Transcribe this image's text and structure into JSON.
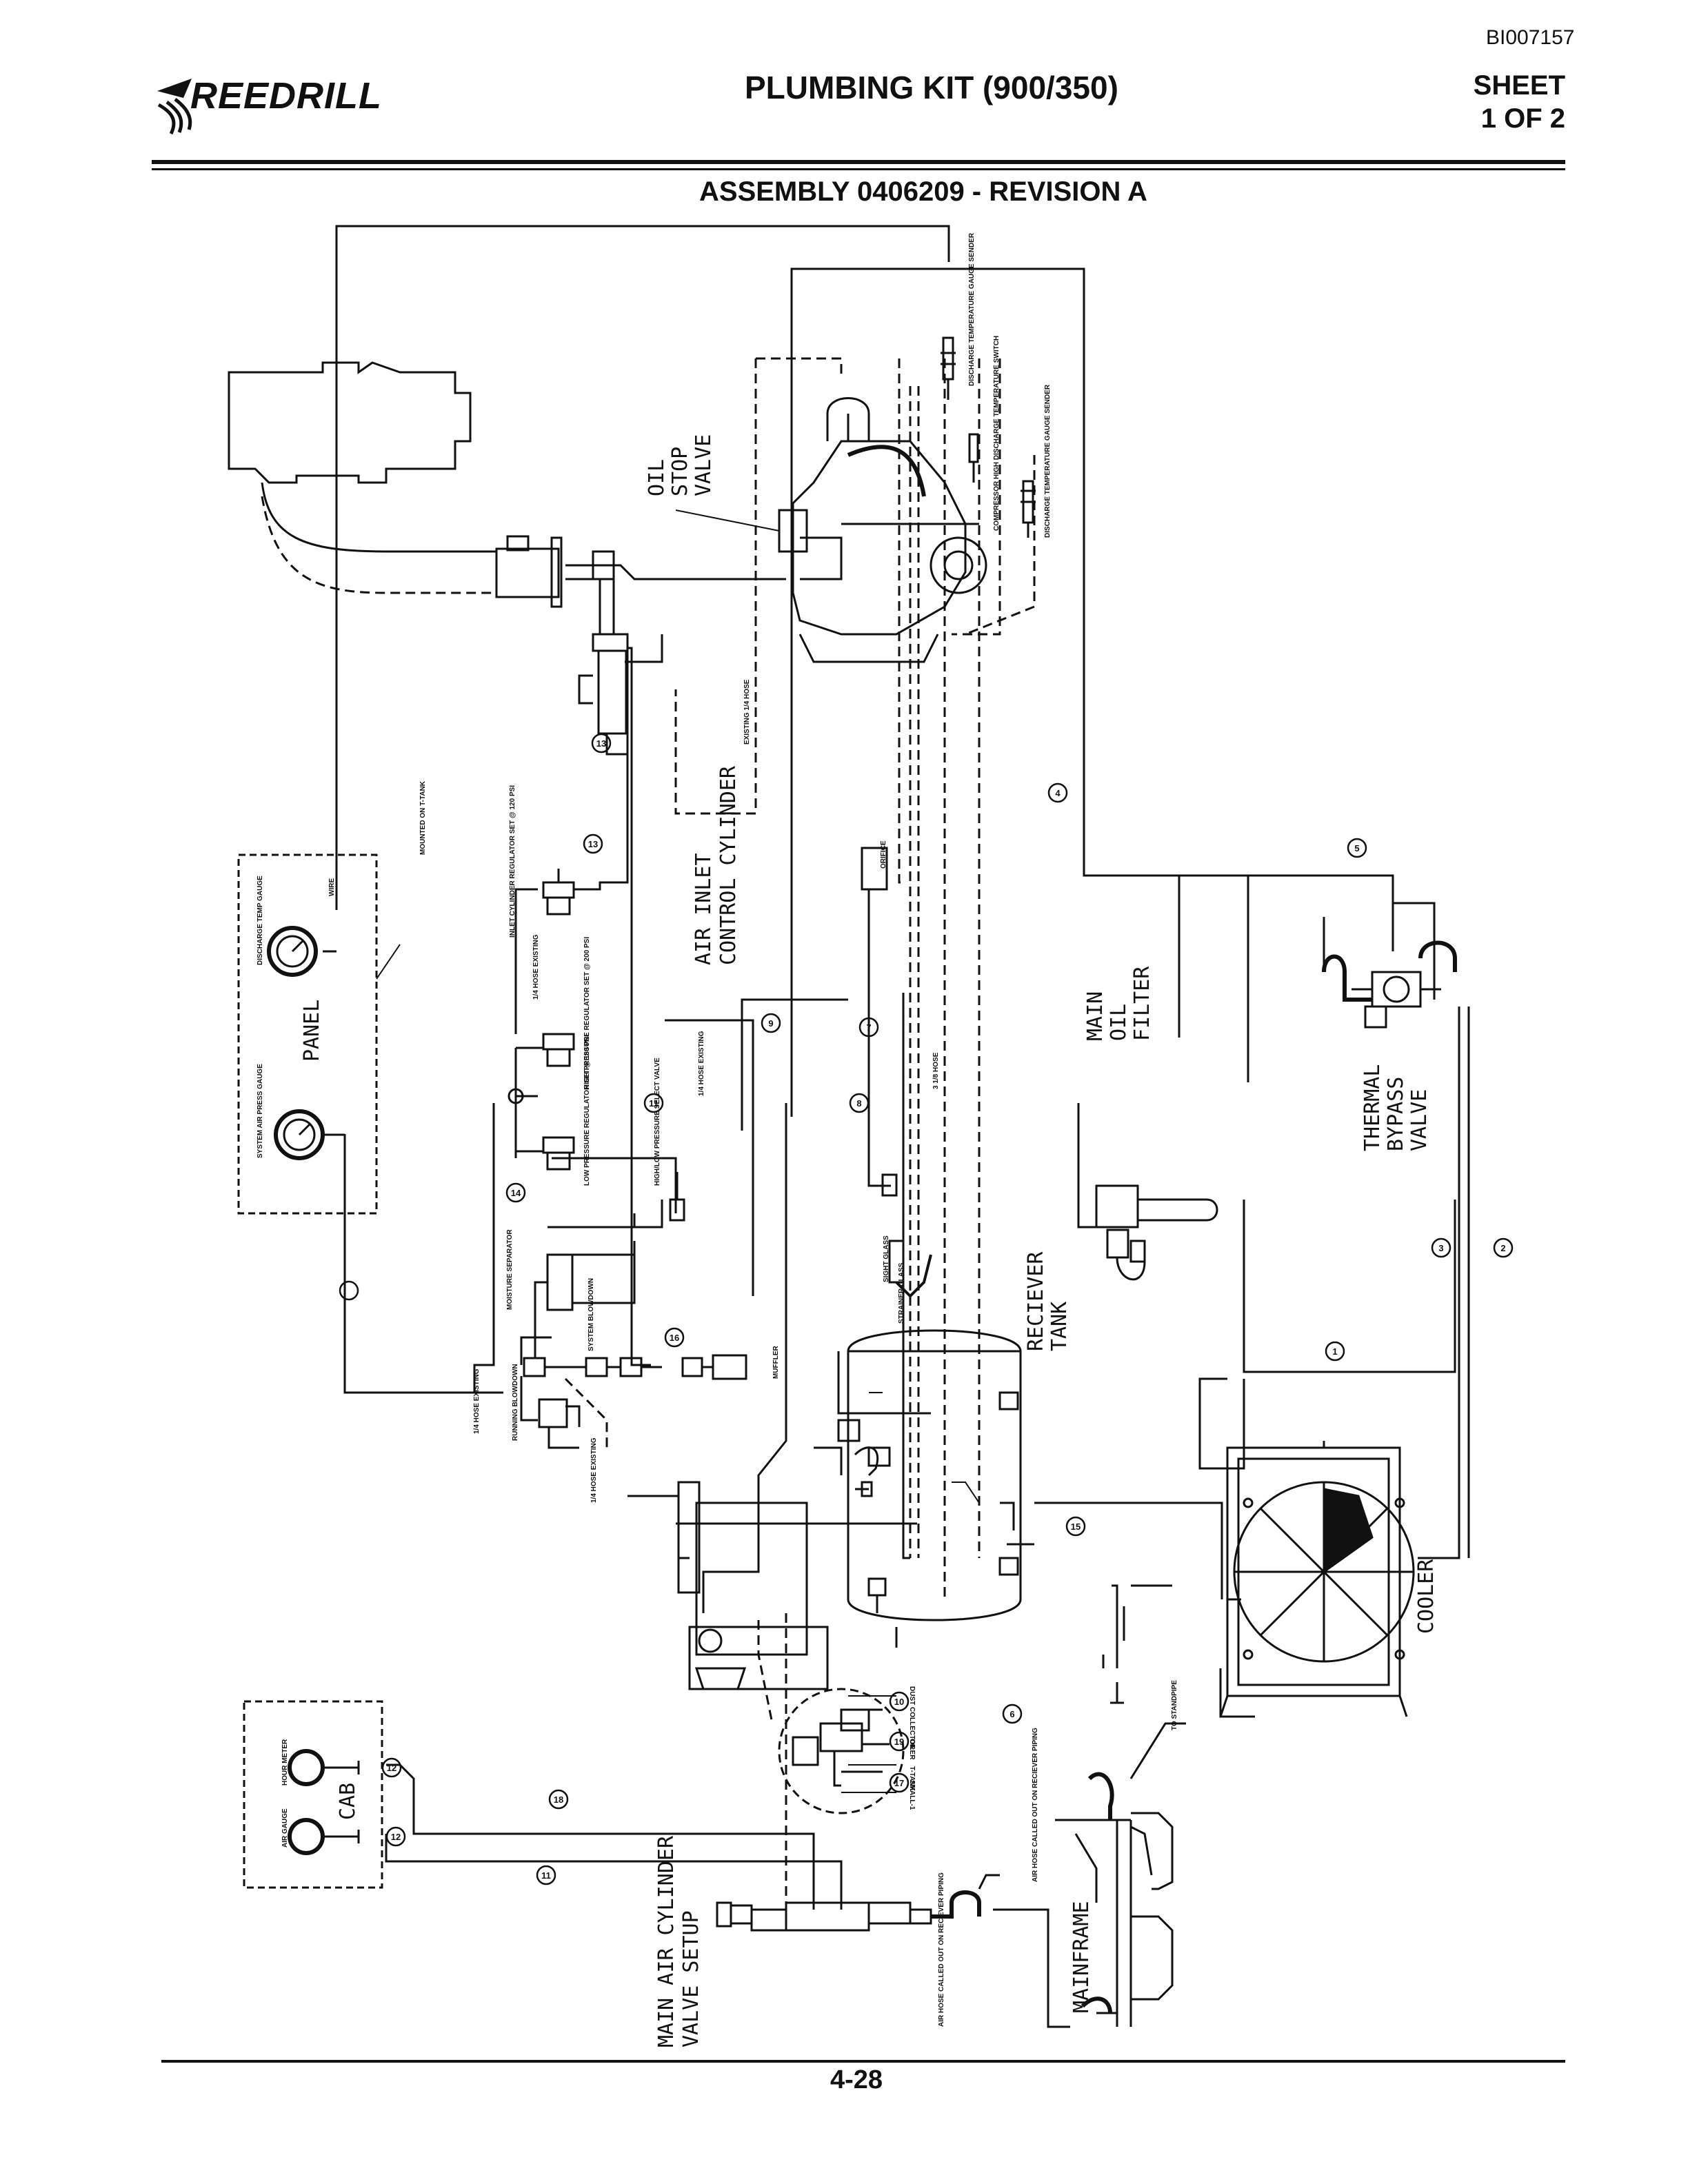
{
  "header": {
    "doc_id": "BI007157",
    "logo_text": "REEDRILL",
    "title": "PLUMBING KIT (900/350)",
    "sheet_line1": "SHEET",
    "sheet_line2": "1 OF 2",
    "assembly": "ASSEMBLY 0406209 - REVISION A"
  },
  "footer": {
    "page": "4-28"
  },
  "labels": {
    "oil_stop_valve_1": "OIL",
    "oil_stop_valve_2": "STOP",
    "oil_stop_valve_3": "VALVE",
    "air_inlet_1": "AIR INLET",
    "air_inlet_2": "CONTROL CYLINDER",
    "panel": "PANEL",
    "main_oil_filter_1": "MAIN",
    "main_oil_filter_2": "OIL",
    "main_oil_filter_3": "FILTER",
    "thermal_1": "THERMAL",
    "thermal_2": "BYPASS",
    "thermal_3": "VALVE",
    "receiver_1": "RECIEVER",
    "receiver_2": "TANK",
    "cooler": "COOLER",
    "cab": "CAB",
    "main_air_1": "MAIN AIR CYLINDER",
    "main_air_2": "VALVE SETUP",
    "mainframe": "MAINFRAME",
    "discharge_temp_gauge_sender": "DISCHARGE TEMPERATURE GAUGE SENDER",
    "compressor_high_temp_switch": "COMPRESSOR HIGH DISCHARGE TEMPERATURE SWITCH",
    "discharge_temp_gauge_sender_2": "DISCHARGE TEMPERATURE GAUGE SENDER",
    "discharge_temp_gauge": "DISCHARGE TEMP GAUGE",
    "system_air_press_gauge": "SYSTEM AIR PRESS GAUGE",
    "wire": "WIRE",
    "mounted_on_tank": "MOUNTED ON T-TANK",
    "inlet_cylinder_regulator": "INLET CYLINDER REGULATOR SET @ 120 PSI",
    "quarter_hose_existing": "1/4 HOSE EXISTING",
    "high_pressure_regulator": "HIGH PRESSURE REGULATOR SET @ 200 PSI",
    "low_pressure_regulator": "LOW PRESSURE REGULATOR SET @ 180 PSI",
    "high_low_select": "HIGH/LOW PRESSURE SELECT VALVE",
    "moisture_separator": "MOISTURE SEPARATOR",
    "system_blowdown": "SYSTEM BLOWDOWN",
    "running_blowdown": "RUNNING BLOWDOWN",
    "muffler": "MUFFLER",
    "existing_quarter_hose": "EXISTING 1/4 HOSE",
    "orifice": "ORIFICE",
    "sight_glass": "SIGHT GLASS",
    "strainer_glass": "STRAINER GLASS",
    "three_eighth_hose": "3 1/8 HOSE",
    "dust_collector": "DUST COLLECTOR",
    "oiler": "OILER",
    "t_tank": "T-TANK",
    "small_1": "SMALL-1",
    "to_standpipe": "TO STANDPIPE",
    "air_hose_called_out_1": "AIR HOSE CALLED OUT ON RECIEVER PIPING",
    "air_hose_called_out_2": "AIR HOSE CALLED OUT ON RECIEVER PIPING",
    "hour_meter": "HOUR METER",
    "air_gauge": "AIR GAUGE"
  },
  "callouts": [
    "1",
    "2",
    "3",
    "4",
    "5",
    "6",
    "7",
    "8",
    "9",
    "10",
    "11",
    "11",
    "12",
    "12",
    "13",
    "13",
    "14",
    "15",
    "16",
    "17",
    "18",
    "19"
  ],
  "colors": {
    "ink": "#111111",
    "paper": "#ffffff"
  }
}
